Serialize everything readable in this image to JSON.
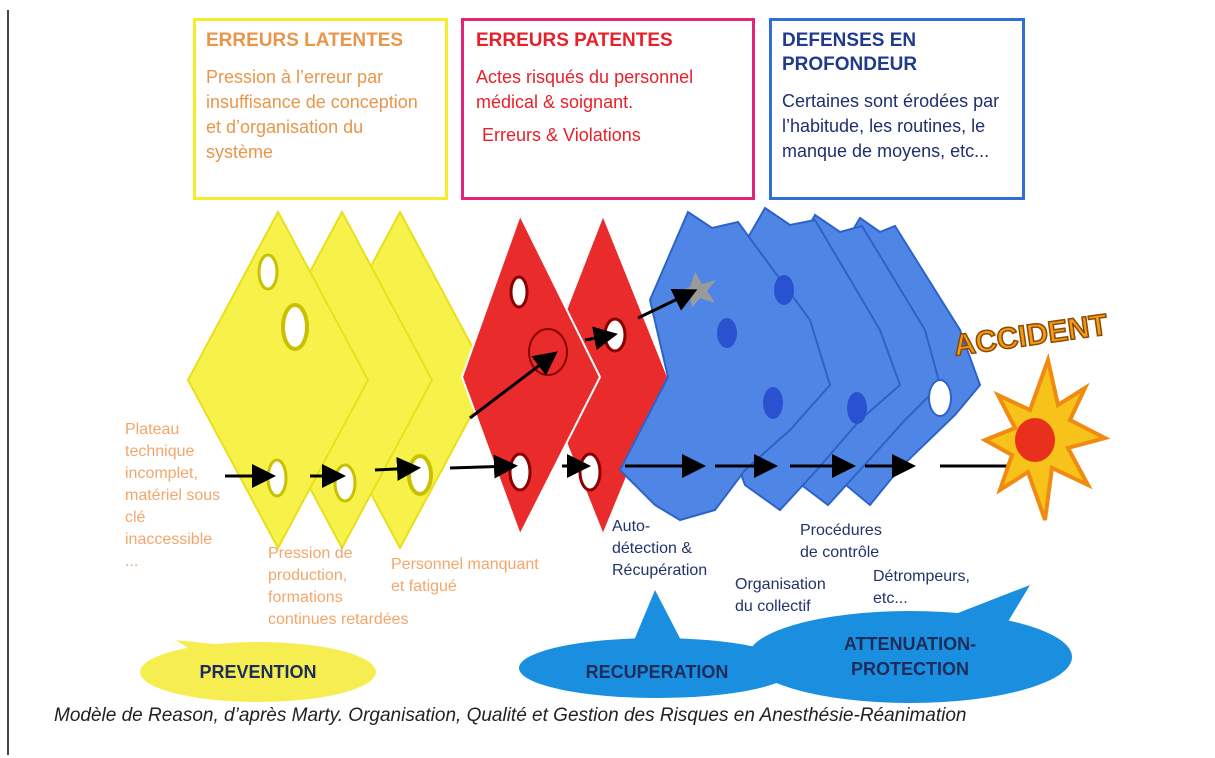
{
  "boxes": {
    "latentes": {
      "title": "ERREURS LATENTES",
      "text": "Pression à l’erreur par insuffisance de conception et d’organisation du système"
    },
    "patentes": {
      "title": "ERREURS PATENTES",
      "text": "Actes risqués du personnel médical & soignant.",
      "text2": "Erreurs & Violations"
    },
    "defenses": {
      "title": "DEFENSES EN PROFONDEUR",
      "text": "Certaines sont érodées par l’habitude, les routines, le manque de moyens, etc..."
    }
  },
  "labels": {
    "plateau": "Plateau\ntechnique\nincomplet,\nmatériel sous\nclé\ninaccessible\n...",
    "pression": "Pression de\nproduction,\nformations\ncontinues retardées",
    "personnel": "Personnel manquant\net fatigué",
    "autodetection": "Auto-\ndétection &\nRécupération",
    "organisation": "Organisation\ndu collectif",
    "procedures": "Procédures\nde contrôle",
    "detrompeurs": "Détrompeurs,\netc..."
  },
  "bubbles": {
    "prevention": "PREVENTION",
    "recuperation": "RECUPERATION",
    "attenuation_line1": "ATTENUATION-",
    "attenuation_line2": "PROTECTION"
  },
  "accident": "ACCIDENT",
  "caption": "Modèle de Reason, d’après Marty. Organisation, Qualité et Gestion des Risques en Anesthésie-Réanimation",
  "colors": {
    "yellow": "#f7f24a",
    "red": "#ea2b2b",
    "blue": "#4f86e6",
    "orange_text": "#f3a66b",
    "navy_text": "#22336b",
    "bubble_yellow": "#f6ee50",
    "bubble_blue": "#1a8fe0"
  }
}
